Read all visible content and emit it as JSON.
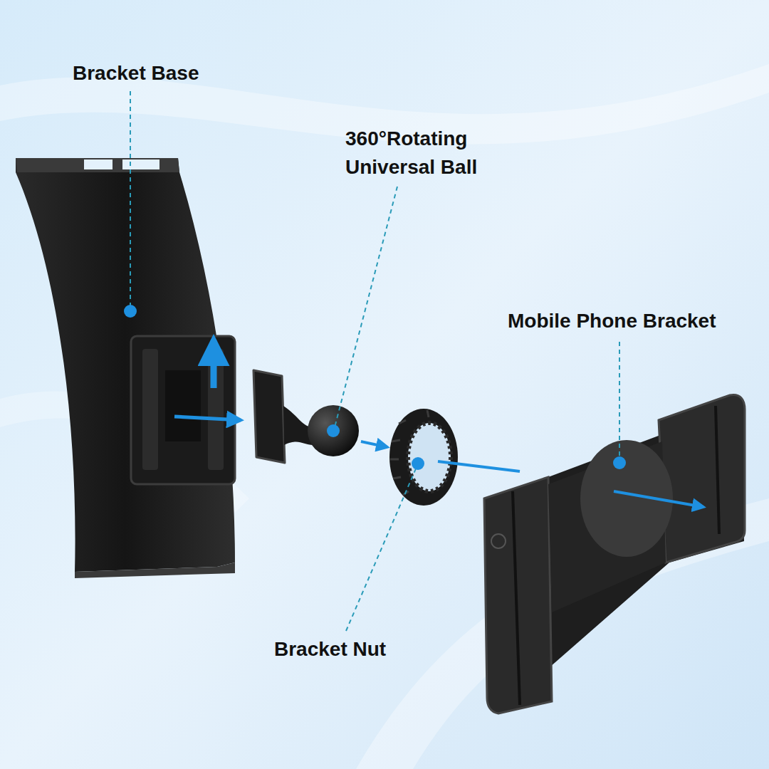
{
  "diagram": {
    "labels": [
      "Bracket Base",
      "360°Rotating Universal Ball",
      "Mobile Phone Bracket",
      "Bracket Nut"
    ]
  }
}
